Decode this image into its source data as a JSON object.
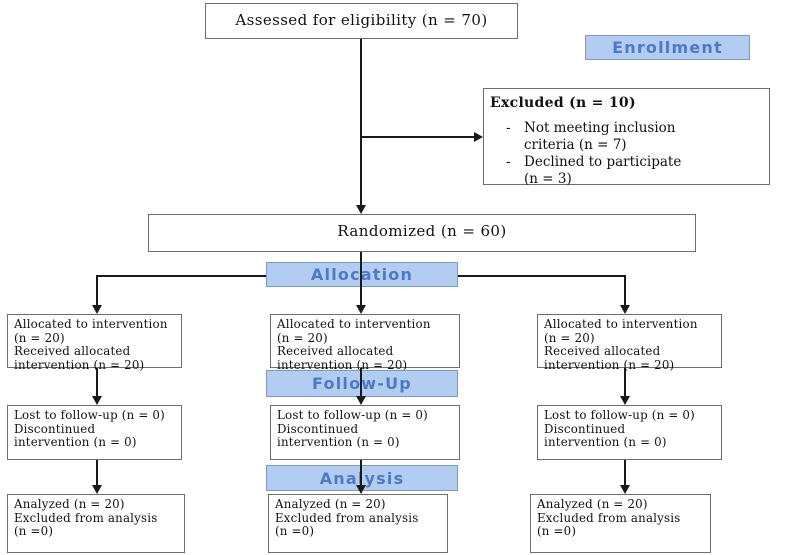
{
  "colors": {
    "label_fill": "#b3cdf2",
    "label_border": "#7e99bd",
    "label_text": "#4d7ac5",
    "line": "#1a1a1a",
    "box_border": "#6e6e6e"
  },
  "stage_labels": {
    "enrollment": "Enrollment",
    "allocation": "Allocation",
    "follow_up": "Follow-Up",
    "analysis": "Analysis"
  },
  "boxes": {
    "assessed": "Assessed for eligibility (n = 70)",
    "excluded": {
      "title": "Excluded (n = 10)",
      "items": [
        "Not meeting inclusion\ncriteria (n = 7)",
        "Declined to participate\n(n = 3)"
      ]
    },
    "randomized": "Randomized (n = 60)",
    "allocated": "Allocated to intervention\n(n = 20)\nReceived allocated\nintervention (n = 20)",
    "lost_followup": "Lost to follow-up (n = 0)\nDiscontinued\nintervention (n = 0)",
    "analyzed": "Analyzed (n = 20)\nExcluded from analysis\n (n =0)"
  }
}
